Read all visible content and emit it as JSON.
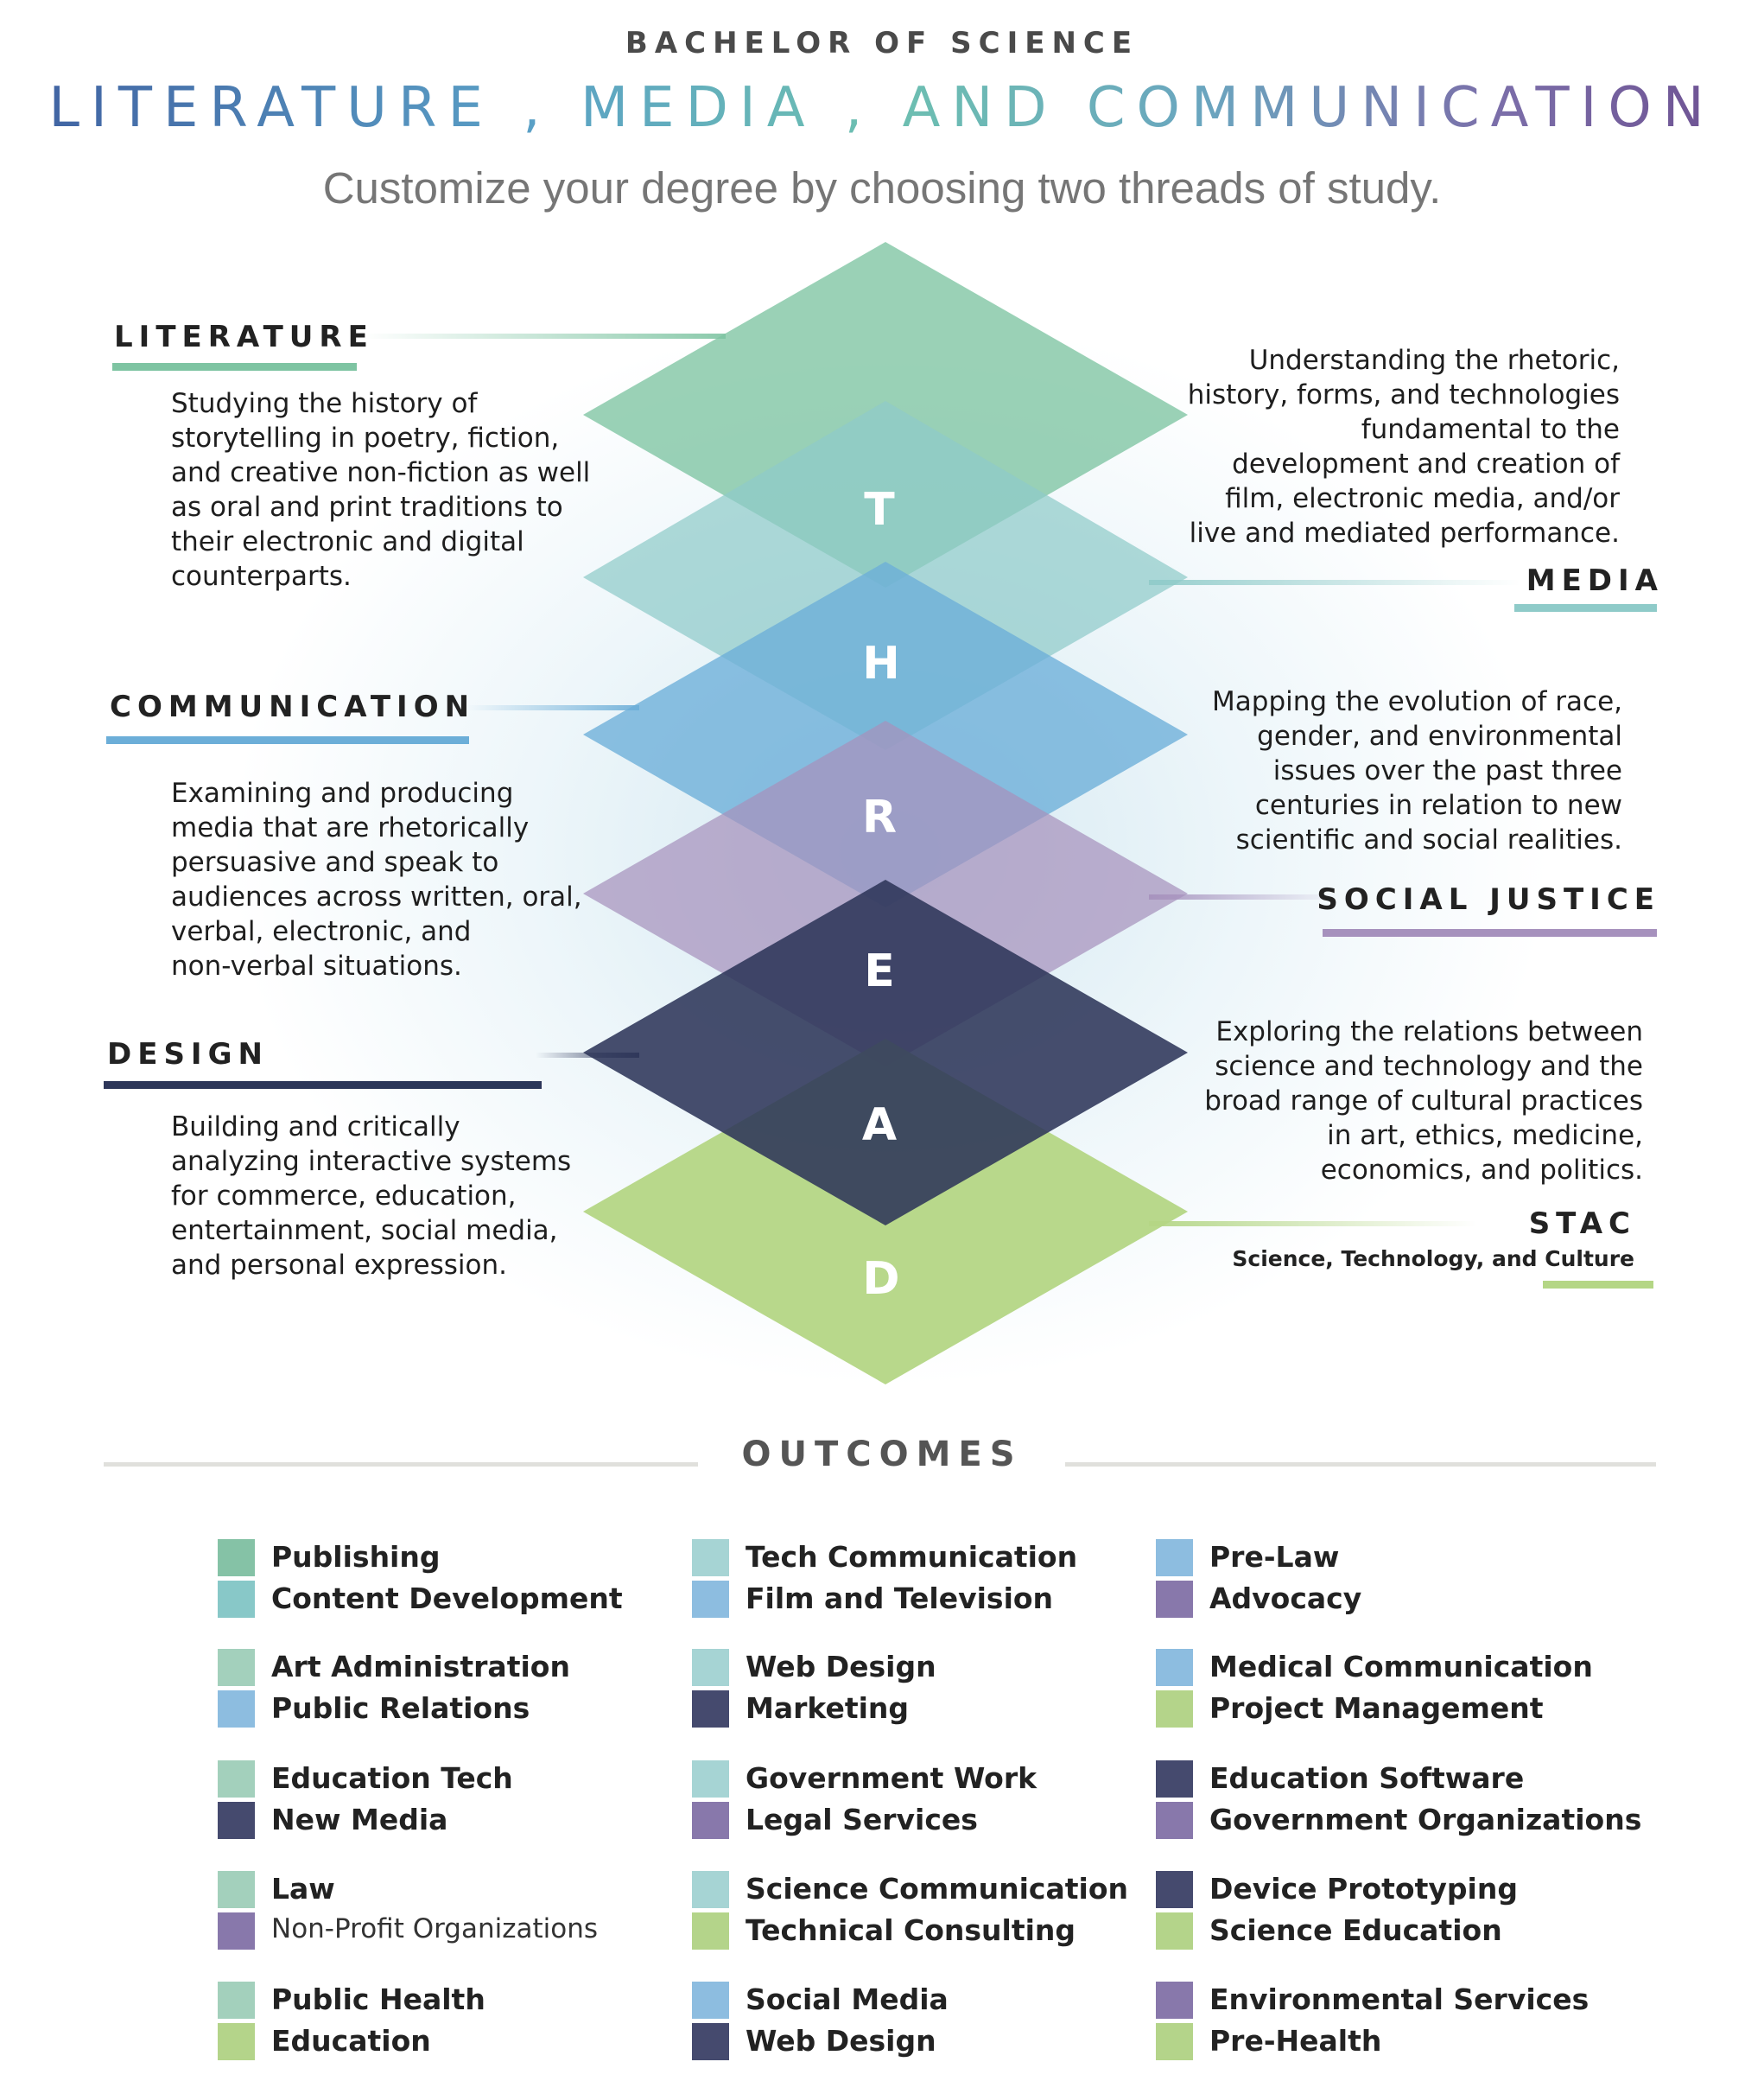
{
  "header": {
    "degree": "BACHELOR OF SCIENCE",
    "title": "LITERATURE , MEDIA , AND COMMUNICATION",
    "tagline": "Customize your degree by choosing two threads of study."
  },
  "colors": {
    "literature": "#7ec4a2",
    "media": "#8fcbc9",
    "communication": "#6caed8",
    "social_justice": "#a691bd",
    "design": "#2d3659",
    "stac": "#b4d685"
  },
  "thread_word": [
    "T",
    "H",
    "R",
    "E",
    "A",
    "D"
  ],
  "threads": {
    "literature": {
      "name": "LITERATURE",
      "description": "Studying the history of\nstorytelling in poetry, fiction,\nand creative non-fiction as well\nas oral and print traditions to\ntheir electronic and digital\ncounterparts."
    },
    "media": {
      "name": "MEDIA",
      "description": "Understanding the rhetoric,\nhistory, forms, and technologies\nfundamental to the\ndevelopment and creation of\nfilm, electronic media, and/or\nlive and mediated performance."
    },
    "communication": {
      "name": "COMMUNICATION",
      "description": "Examining and producing\nmedia that are rhetorically\npersuasive and speak to\naudiences across written, oral,\nverbal, electronic, and\nnon-verbal situations."
    },
    "social_justice": {
      "name": "SOCIAL JUSTICE",
      "description": "Mapping the evolution of race,\ngender, and environmental\nissues over the past three\ncenturies in relation to new\nscientific and social realities."
    },
    "design": {
      "name": "DESIGN",
      "description": "Building and critically\nanalyzing interactive systems\nfor commerce, education,\nentertainment, social media,\nand personal expression."
    },
    "stac": {
      "name": "STAC",
      "subtitle": "Science, Technology, and Culture",
      "description": "Exploring the relations between\nscience and technology and the\nbroad range of cultural practices\nin art, ethics, medicine,\neconomics, and politics."
    }
  },
  "outcomes": {
    "heading": "OUTCOMES",
    "columns": [
      [
        [
          {
            "label": "Publishing",
            "color": "#85c2a6"
          },
          {
            "label": "Content Development",
            "color": "#88c8c8"
          }
        ],
        [
          {
            "label": "Art Administration",
            "color": "#a3d0bc"
          },
          {
            "label": "Public Relations",
            "color": "#8dbde0"
          }
        ],
        [
          {
            "label": "Education Tech",
            "color": "#a3d0bc"
          },
          {
            "label": "New Media",
            "color": "#454a6e"
          }
        ],
        [
          {
            "label": "Law",
            "color": "#a3d0bc"
          },
          {
            "label": "Non-Profit Organizations",
            "color": "#8878ab"
          }
        ],
        [
          {
            "label": "Public Health",
            "color": "#a3d0bc"
          },
          {
            "label": "Education",
            "color": "#b4d48a"
          }
        ]
      ],
      [
        [
          {
            "label": "Tech Communication",
            "color": "#a6d4d4"
          },
          {
            "label": "Film and Television",
            "color": "#8dbde0"
          }
        ],
        [
          {
            "label": "Web Design",
            "color": "#a6d4d4"
          },
          {
            "label": "Marketing",
            "color": "#454a6e"
          }
        ],
        [
          {
            "label": "Government Work",
            "color": "#a6d4d4"
          },
          {
            "label": "Legal Services",
            "color": "#8878ab"
          }
        ],
        [
          {
            "label": "Science Communication",
            "color": "#a6d4d4"
          },
          {
            "label": "Technical Consulting",
            "color": "#b4d48a"
          }
        ],
        [
          {
            "label": "Social Media",
            "color": "#8dbde0"
          },
          {
            "label": "Web Design",
            "color": "#454a6e"
          }
        ]
      ],
      [
        [
          {
            "label": "Pre-Law",
            "color": "#8dbde0"
          },
          {
            "label": "Advocacy",
            "color": "#8878ab"
          }
        ],
        [
          {
            "label": "Medical Communication",
            "color": "#8dbde0"
          },
          {
            "label": "Project Management",
            "color": "#b4d48a"
          }
        ],
        [
          {
            "label": "Education Software",
            "color": "#454a6e"
          },
          {
            "label": "Government Organizations",
            "color": "#8878ab"
          }
        ],
        [
          {
            "label": "Device Prototyping",
            "color": "#454a6e"
          },
          {
            "label": "Science Education",
            "color": "#b4d48a"
          }
        ],
        [
          {
            "label": "Environmental Services",
            "color": "#8878ab"
          },
          {
            "label": "Pre-Health",
            "color": "#b4d48a"
          }
        ]
      ]
    ]
  }
}
